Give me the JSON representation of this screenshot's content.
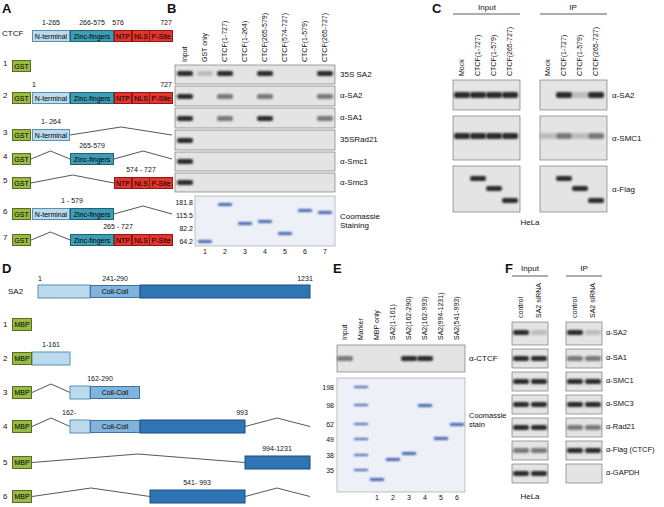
{
  "diagram": {
    "nodes": [
      {
        "text": [
          "N-terminal"
        ]
      },
      {
        "text": [
          "Zinc-fingers"
        ]
      },
      {
        "text": [
          "NTP"
        ]
      },
      {
        "text": [
          "NLS"
        ]
      },
      {
        "text": [
          "P-Site"
        ]
      },
      {
        "text": [
          "GST"
        ]
      },
      {
        "text": [
          "GST"
        ]
      },
      {
        "text": [
          "N-terminal"
        ]
      },
      {
        "text": [
          "Zinc-fingers"
        ]
      },
      {
        "text": [
          "NTP"
        ]
      },
      {
        "text": [
          "NLS"
        ]
      },
      {
        "text": [
          "P-Site"
        ]
      },
      {
        "text": [
          "GST"
        ]
      },
      {
        "text": [
          "N-terminal"
        ]
      },
      {
        "text": [
          "GST"
        ]
      },
      {
        "text": [
          "Zinc-fingers"
        ]
      },
      {
        "text": [
          "GST"
        ]
      },
      {
        "text": [
          "NTP"
        ]
      },
      {
        "text": [
          "NLS"
        ]
      },
      {
        "text": [
          "P-Site"
        ]
      },
      {
        "text": [
          "GST"
        ]
      },
      {
        "text": [
          "N-terminal"
        ]
      },
      {
        "text": [
          "Zinc-fingers"
        ]
      },
      {
        "text": [
          "GST"
        ]
      },
      {
        "text": [
          "Zinc-fingers"
        ]
      },
      {
        "text": [
          "NTP"
        ]
      },
      {
        "text": [
          "NLS"
        ]
      },
      {
        "text": [
          "P-Site"
        ]
      },
      {
        "text": [
          "Coil-Coil"
        ]
      },
      {
        "text": [
          "MBP"
        ]
      },
      {
        "text": [
          "MBP"
        ]
      },
      {
        "text": [
          "MBP"
        ]
      },
      {
        "text": [
          "Coil-Coil"
        ]
      },
      {
        "text": [
          "MBP"
        ]
      },
      {
        "text": [
          "Coil-Coil"
        ]
      },
      {
        "text": [
          "MBP"
        ]
      },
      {
        "text": [
          "MBP"
        ]
      }
    ],
    "edges": [
      {
        "from": 14,
        "to": 15,
        "arrow": "none"
      },
      {
        "from": 16,
        "to": 17,
        "arrow": "none"
      },
      {
        "from": 23,
        "to": 24,
        "arrow": "none"
      }
    ],
    "labels": [
      "A",
      "CTCF",
      "1-265",
      "266-575",
      "576",
      "727",
      "1",
      "2",
      "3",
      "4",
      "5",
      "6",
      "7",
      "1",
      "727",
      "1- 264",
      "265-579",
      "574 - 727",
      "1 - 579",
      "265 - 727",
      "B",
      "Input",
      "GST only",
      "CTCF(1-727)",
      "CTCF(1-264)",
      "CTCF(265-579)",
      "CTCF(574-727)",
      "CTCF(1-579)",
      "CTCF(265-727)",
      "35S SA2",
      "α-SA2",
      "α-SA1",
      "35SRad21",
      "α-Smc1",
      "α-Smc3",
      "181.8",
      "115.5",
      "82.2",
      "64.2",
      "Coomassie Staining",
      "1",
      "2",
      "3",
      "4",
      "5",
      "6",
      "7",
      "C",
      "Input",
      "IP",
      "Mock",
      "CTCF(1-727)",
      "CTCF(1-579)",
      "CTCF(265-727)",
      "Mock",
      "CTCF(1-727)",
      "CTCF(1-579)",
      "CTCF(265-727)",
      "α-SA2",
      "α-SMC1",
      "α-Flag",
      "HeLa",
      "D",
      "SA2",
      "1",
      "241-290",
      "1231",
      "1",
      "2",
      "3",
      "4",
      "5",
      "6",
      "1-161",
      "162-290",
      "162-",
      "993",
      "994-1231",
      "541- 993",
      "E",
      "Input",
      "Marker",
      "MBP only",
      "SA2(1-161)",
      "SA2(162-290)",
      "SA2(162-993)",
      "SA2(994-1231)",
      "SA2(541-993)",
      "α-CTCF",
      "198",
      "98",
      "62",
      "49",
      "38",
      "35",
      "Coomassie stain",
      "1",
      "2",
      "3",
      "4",
      "5",
      "6",
      "F",
      "Input",
      "IP",
      "control",
      "SA2 siRNA",
      "control",
      "SA2 siRNA",
      "α-SA2",
      "α-SA1",
      "α-SMC1",
      "α-SMC3",
      "α-Rad21",
      "α-Flag (CTCF)",
      "α-GAPDH",
      "HeLa"
    ]
  }
}
